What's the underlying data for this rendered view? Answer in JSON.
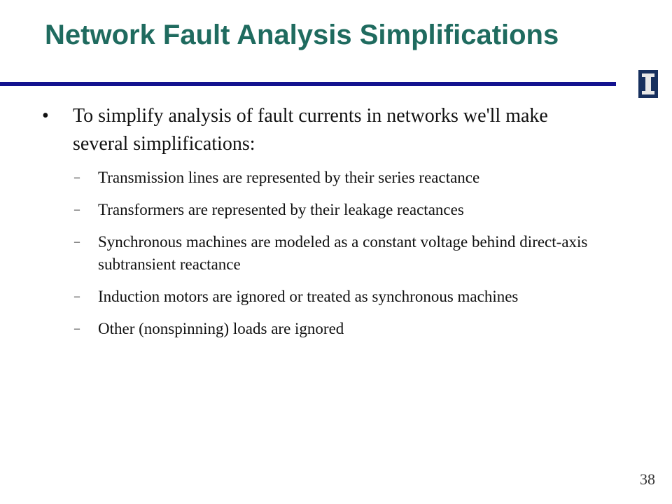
{
  "slide": {
    "title": "Network Fault Analysis Simplifications",
    "colors": {
      "title": "#1f6b5f",
      "rule": "#13128f",
      "logo_bg": "#17305e",
      "logo_fg": "#e8e8e8",
      "text": "#111111"
    },
    "logo_icon": "university-block-i-icon",
    "main_bullet": {
      "marker": "•",
      "text": "To simplify analysis of fault currents in networks we'll make several simplifications:"
    },
    "sub_bullets": [
      {
        "marker": "–",
        "text": "Transmission lines are represented by their series reactance"
      },
      {
        "marker": "–",
        "text": "Transformers are represented by their leakage reactances"
      },
      {
        "marker": "–",
        "text": "Synchronous machines are modeled as a constant voltage behind direct-axis subtransient reactance"
      },
      {
        "marker": "–",
        "text": "Induction motors are ignored or treated as synchronous machines"
      },
      {
        "marker": "–",
        "text": "Other (nonspinning) loads are ignored"
      }
    ],
    "page_number": "38"
  }
}
